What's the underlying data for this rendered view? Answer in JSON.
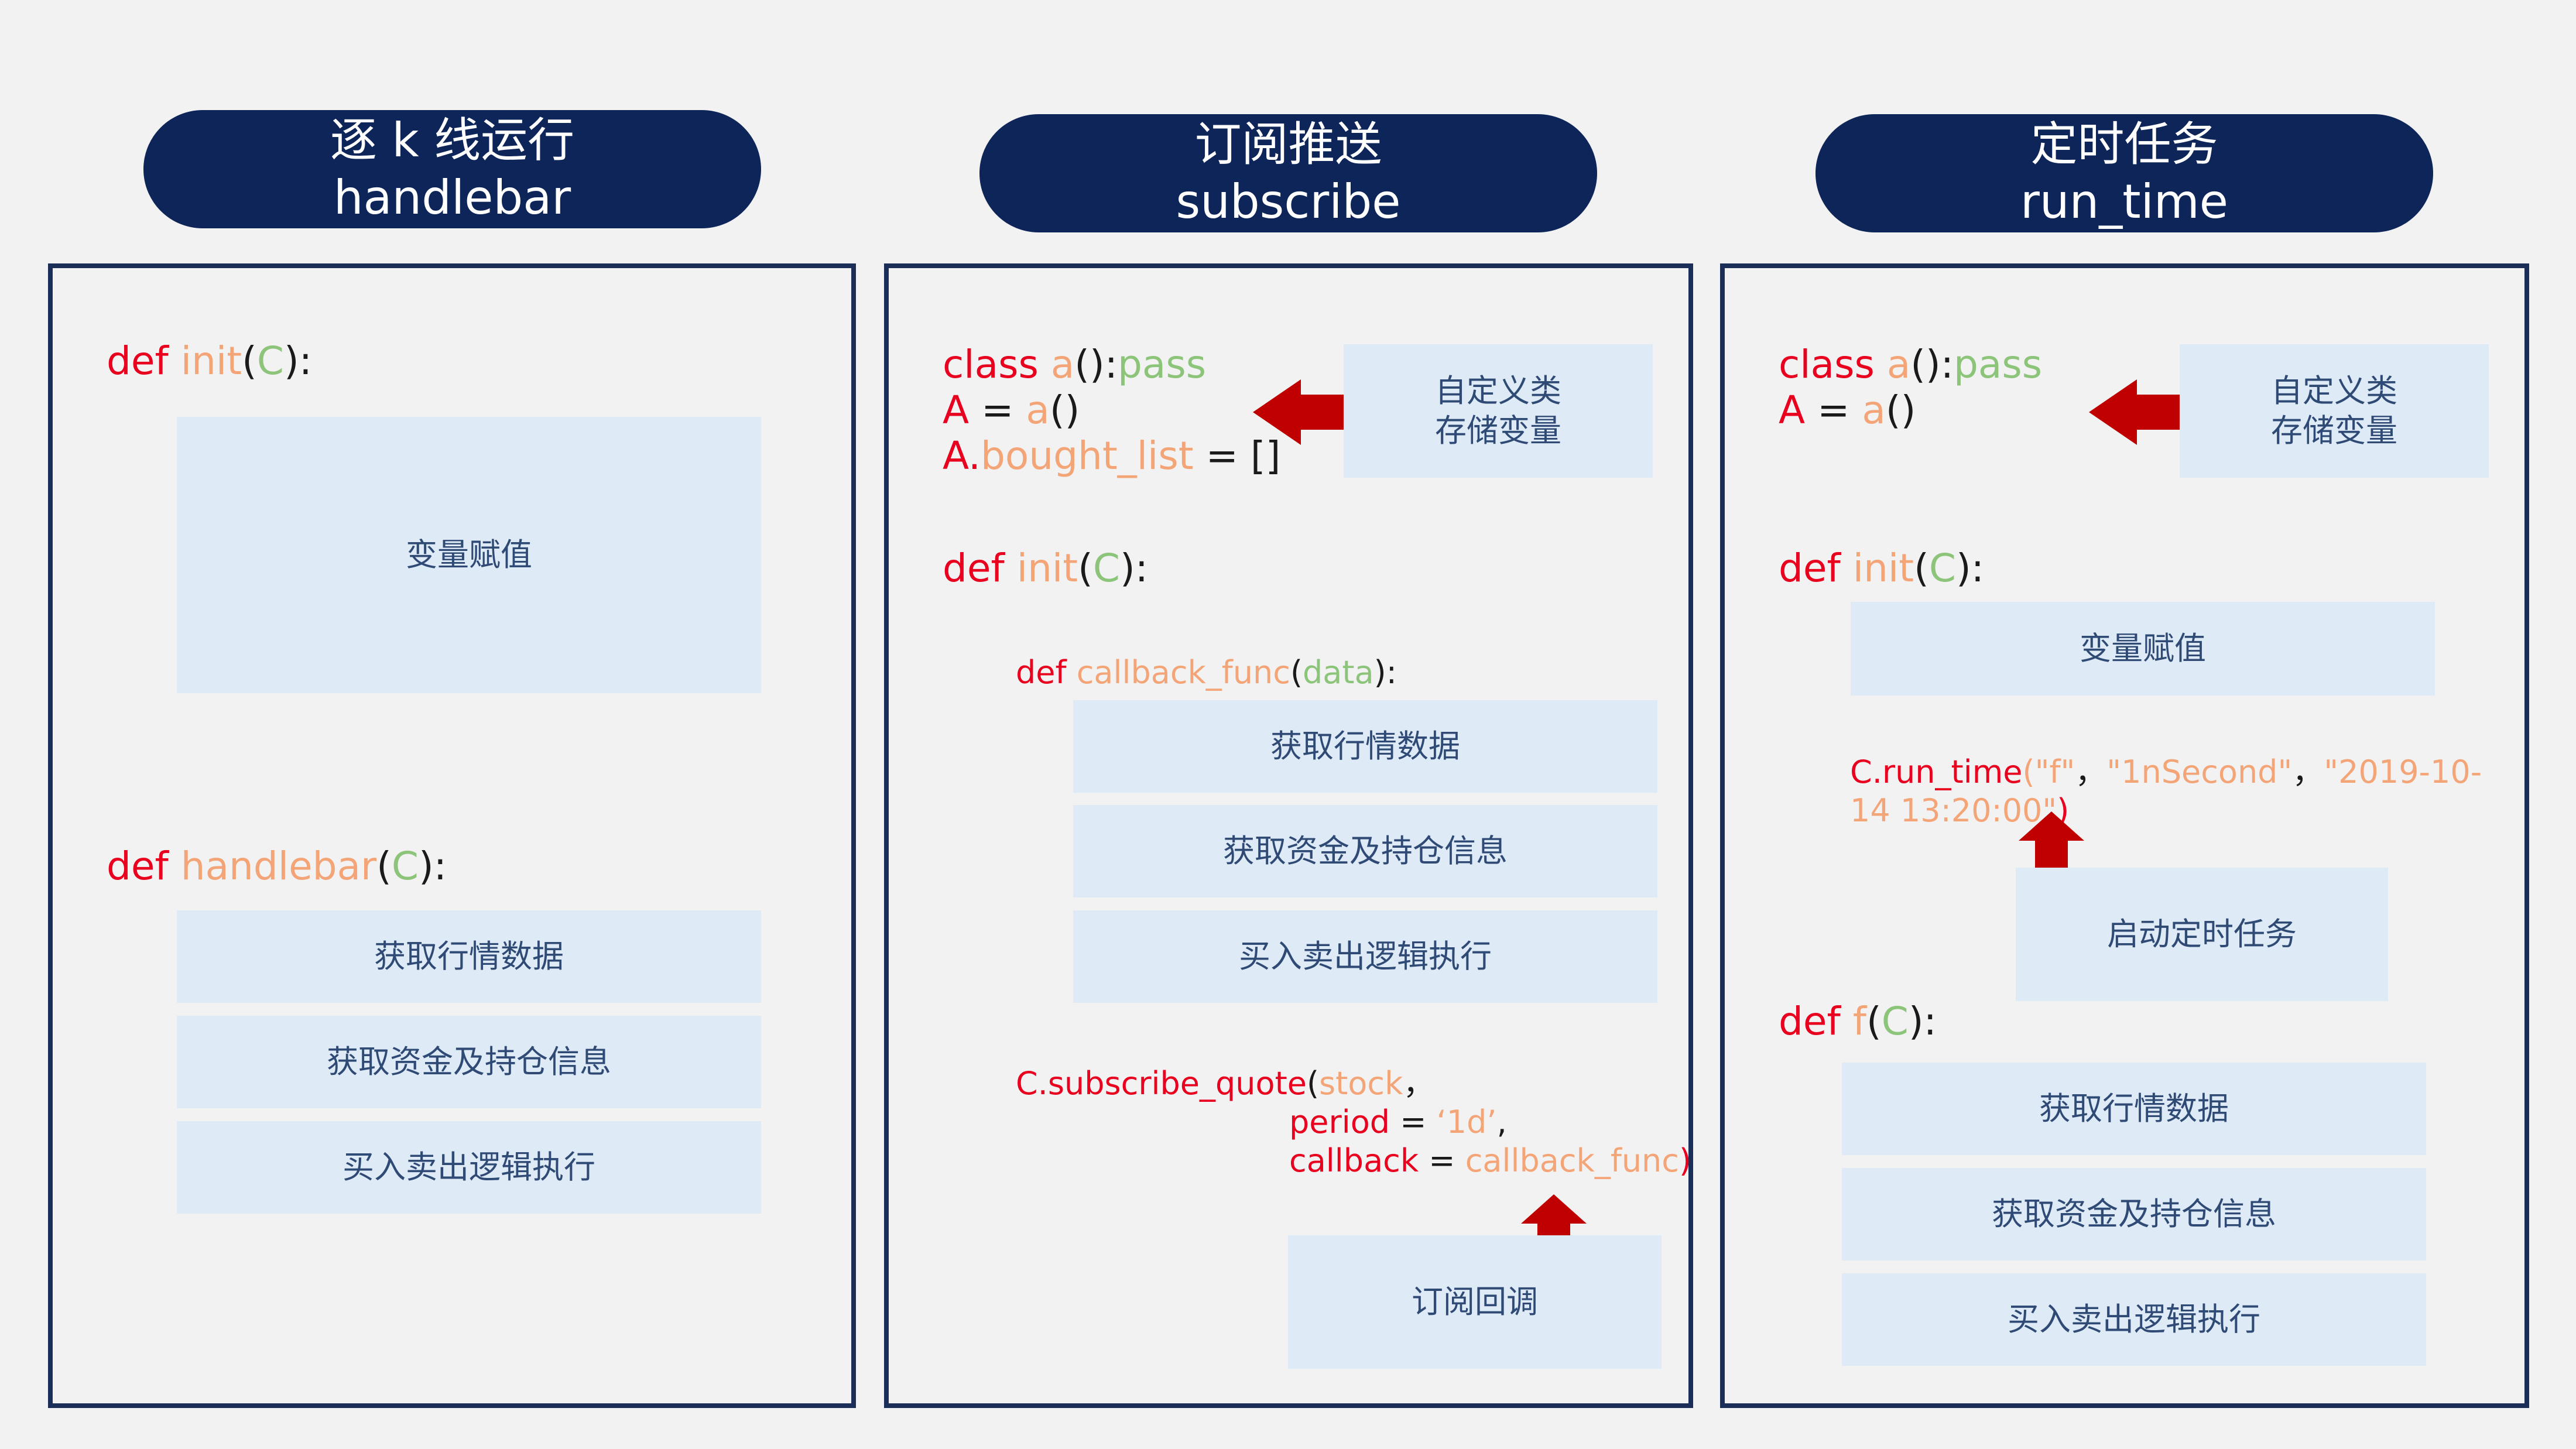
{
  "colors": {
    "header_bg": "#0d2559",
    "panel_border": "#1b2e57",
    "box_fill": "#deeaf6",
    "box_text": "#2e4a75",
    "keyword": "#e8001e",
    "name": "#f4a578",
    "param": "#8cc47a",
    "arrow": "#c00000"
  },
  "headers": [
    {
      "line1": "逐 k 线运行",
      "line2": "handlebar"
    },
    {
      "line1": "订阅推送",
      "line2": "subscribe"
    },
    {
      "line1": "定时任务",
      "line2": "run_time"
    }
  ],
  "common": {
    "def": "def",
    "class": "class",
    "pass": "pass",
    "colon": ":",
    "open": "(",
    "close": ")",
    "close_colon": "):",
    "empty_call": "()",
    "eq": " = ",
    "comma_cn": "，",
    "comma": ",",
    "dot": ".",
    "empty_list": "[]",
    "C": "C",
    "A": "A",
    "a": "a",
    "init": "init",
    "close_call": "():"
  },
  "panel1": {
    "handlebar": "handlebar",
    "box_assign": "变量赋值",
    "boxes": [
      "获取行情数据",
      "获取资金及持仓信息",
      "买入卖出逻辑执行"
    ]
  },
  "panel2": {
    "bought_list": "bought_list",
    "note_line1": "自定义类",
    "note_line2": "存储变量",
    "callback_func": "callback_func",
    "data": "data",
    "boxes": [
      "获取行情数据",
      "获取资金及持仓信息",
      "买入卖出逻辑执行"
    ],
    "subscribe_call": "C.subscribe_quote",
    "stock": "stock",
    "period_kw": "period",
    "period_val": "‘1d’",
    "callback_kw": "callback",
    "callback_val": "callback_func",
    "callback_box": "订阅回调"
  },
  "panel3": {
    "note_line1": "自定义类",
    "note_line2": "存储变量",
    "box_assign": "变量赋值",
    "run_time_call": "C.run_time",
    "arg1": "\"f\"",
    "arg2": "\"1nSecond\"",
    "arg3": "\"2019-10-14 13:20:00\"",
    "start_box": "启动定时任务",
    "f": "f",
    "boxes": [
      "获取行情数据",
      "获取资金及持仓信息",
      "买入卖出逻辑执行"
    ]
  }
}
